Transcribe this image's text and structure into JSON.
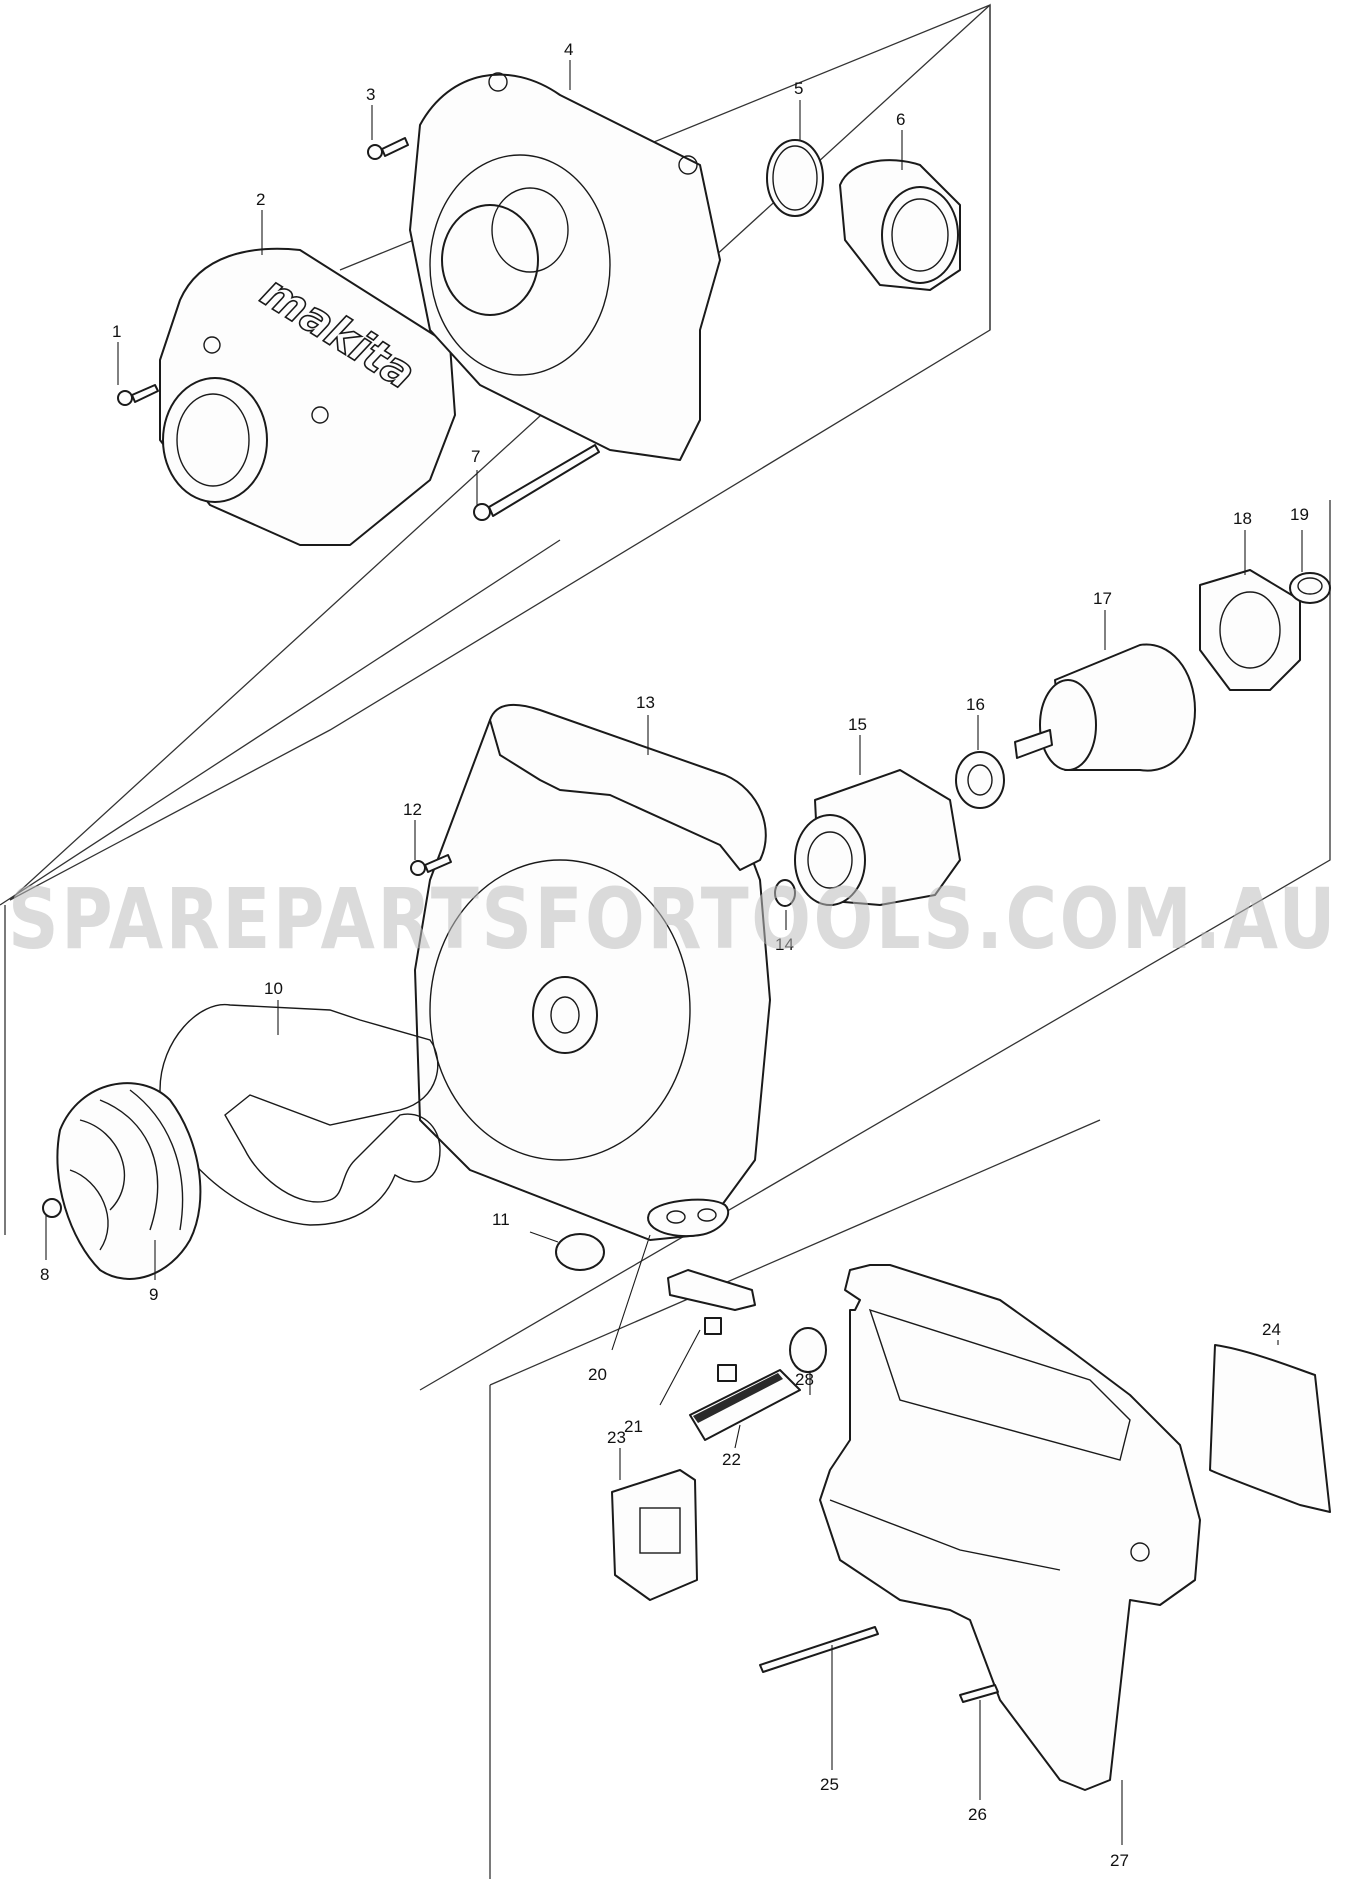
{
  "watermark": "SPAREPARTSFORTOOLS.COM.AU",
  "logo_text": "makita",
  "parts": [
    {
      "id": "p1",
      "label": "1"
    },
    {
      "id": "p2",
      "label": "2"
    },
    {
      "id": "p3",
      "label": "3"
    },
    {
      "id": "p4",
      "label": "4"
    },
    {
      "id": "p5",
      "label": "5"
    },
    {
      "id": "p6",
      "label": "6"
    },
    {
      "id": "p7",
      "label": "7"
    },
    {
      "id": "p8",
      "label": "8"
    },
    {
      "id": "p9",
      "label": "9"
    },
    {
      "id": "p10",
      "label": "10"
    },
    {
      "id": "p11",
      "label": "11"
    },
    {
      "id": "p12",
      "label": "12"
    },
    {
      "id": "p13",
      "label": "13"
    },
    {
      "id": "p14",
      "label": "14"
    },
    {
      "id": "p15",
      "label": "15"
    },
    {
      "id": "p16",
      "label": "16"
    },
    {
      "id": "p17",
      "label": "17"
    },
    {
      "id": "p18",
      "label": "18"
    },
    {
      "id": "p19",
      "label": "19"
    },
    {
      "id": "p20",
      "label": "20"
    },
    {
      "id": "p21",
      "label": "21"
    },
    {
      "id": "p22",
      "label": "22"
    },
    {
      "id": "p23",
      "label": "23"
    },
    {
      "id": "p24",
      "label": "24"
    },
    {
      "id": "p25",
      "label": "25"
    },
    {
      "id": "p26",
      "label": "26"
    },
    {
      "id": "p27",
      "label": "27"
    },
    {
      "id": "p28",
      "label": "28"
    }
  ]
}
